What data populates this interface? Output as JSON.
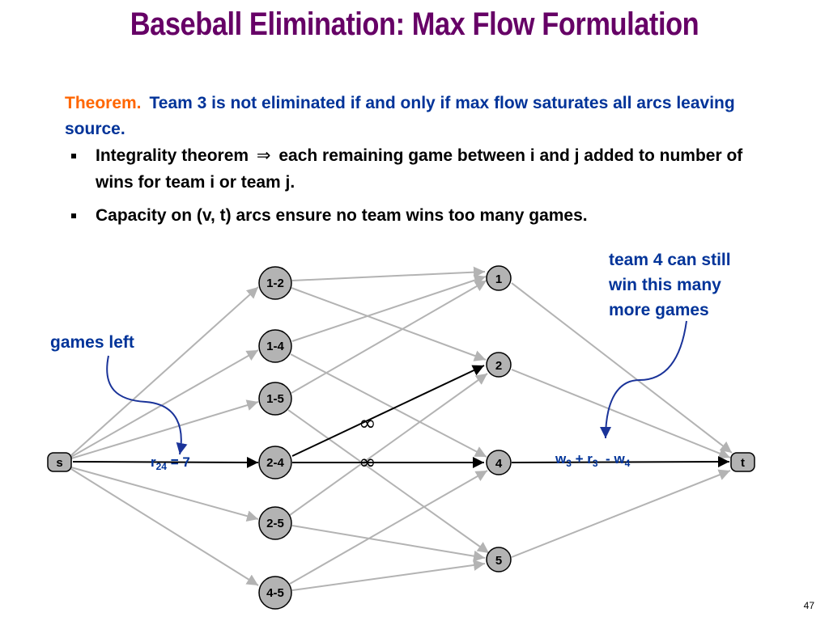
{
  "slide": {
    "title": "Baseball Elimination:  Max Flow Formulation",
    "page_number": "47"
  },
  "theorem": {
    "label": "Theorem.",
    "text": "Team 3 is not eliminated if and only if max flow saturates all arcs leaving source."
  },
  "bullets": [
    {
      "before": "Integrality theorem",
      "arrow": "⇒",
      "after": "each remaining game between i and j added to number of wins for team i or team j."
    },
    {
      "text": "Capacity on (v, t) arcs ensure no team wins too many games."
    }
  ],
  "annotations": {
    "games_left": "games left",
    "team4_line1": "team 4 can still",
    "team4_line2": "win this many",
    "team4_line3": "more games"
  },
  "edge_labels": {
    "r24_main": "r",
    "r24_sub": "24",
    "r24_rest": " = 7",
    "w_part1": "w",
    "w_sub1": "3",
    "w_part2": " + r",
    "w_sub2": "3",
    "w_part3": "  - w",
    "w_sub3": "4",
    "infinity_1": "∞",
    "infinity_2": "∞"
  },
  "nodes": {
    "source": "s",
    "sink": "t",
    "games": [
      "1-2",
      "1-4",
      "1-5",
      "2-4",
      "2-5",
      "4-5"
    ],
    "teams": [
      "1",
      "2",
      "4",
      "5"
    ]
  },
  "colors": {
    "title": "#660066",
    "theorem_label": "#ff6600",
    "blue_text": "#003399",
    "node_fill": "#b3b3b3",
    "gray_edge": "#b3b3b3",
    "highlight_edge": "#000000",
    "callout_arrow": "#1a3399"
  }
}
